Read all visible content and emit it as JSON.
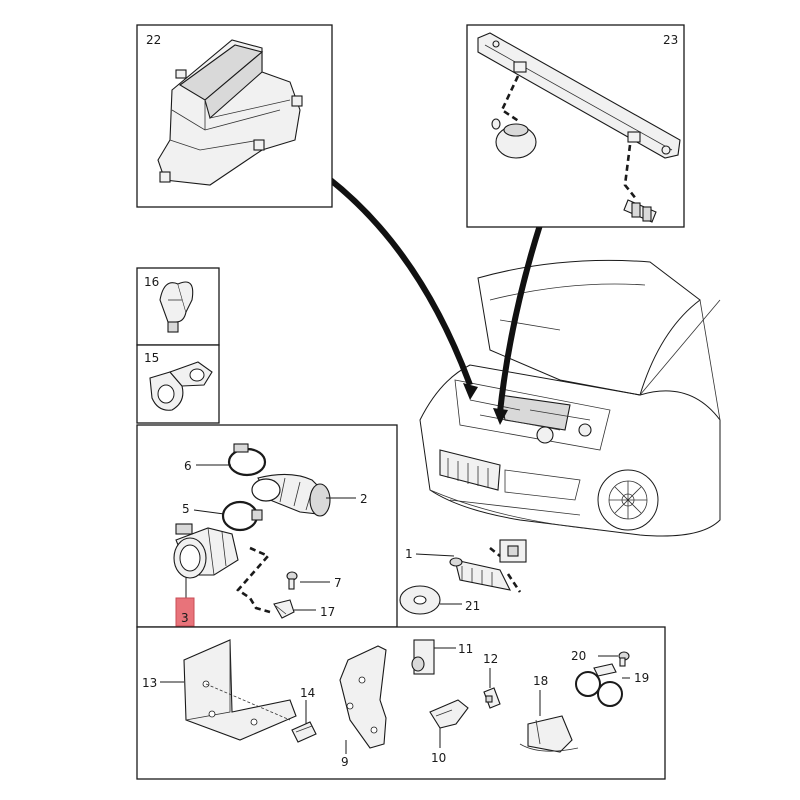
{
  "diagram": {
    "callouts": {
      "c1": "1",
      "c2": "2",
      "c3": "3",
      "c5": "5",
      "c6": "6",
      "c7": "7",
      "c9": "9",
      "c10": "10",
      "c11": "11",
      "c12": "12",
      "c13": "13",
      "c14": "14",
      "c15": "15",
      "c16": "16",
      "c17": "17",
      "c18": "18",
      "c19": "19",
      "c20": "20",
      "c21": "21",
      "c22": "22",
      "c23": "23"
    },
    "highlight_color": "#e8737a"
  }
}
